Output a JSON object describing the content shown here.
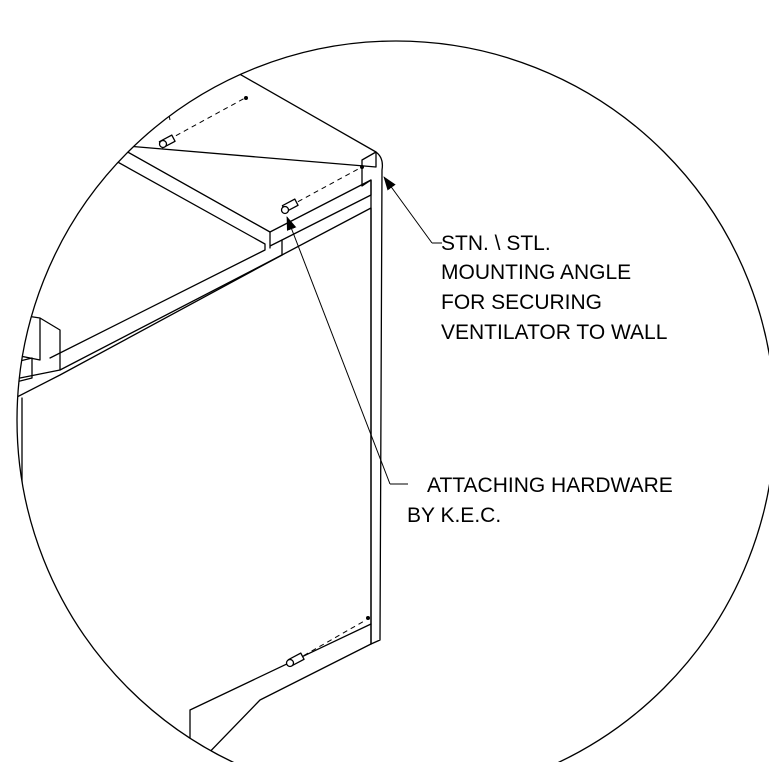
{
  "callouts": {
    "mounting_angle": [
      "STN. \\ STL.",
      "MOUNTING ANGLE",
      "FOR SECURING",
      "VENTILATOR TO WALL"
    ],
    "attaching_hardware": [
      "ATTACHING HARDWARE",
      "BY K.E.C."
    ]
  }
}
